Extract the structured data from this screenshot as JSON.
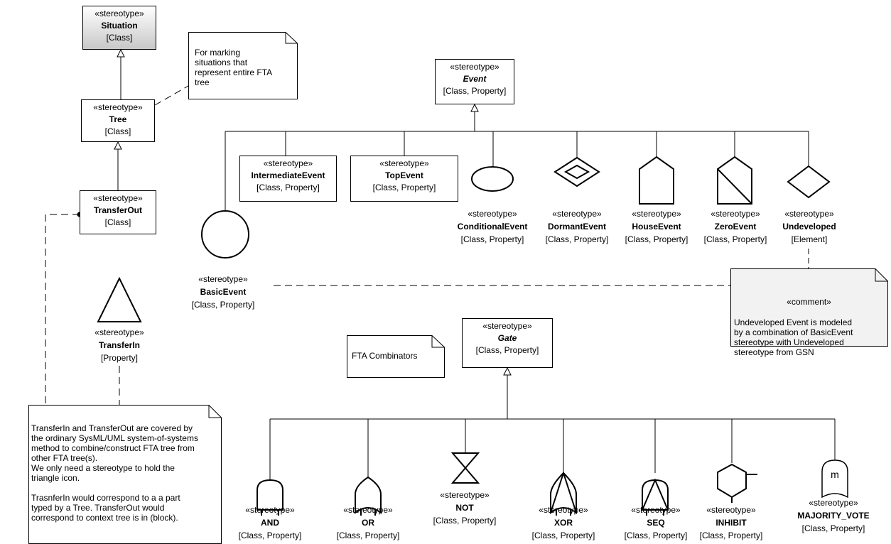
{
  "stereotype_keyword": "«stereotype»",
  "situation": {
    "name": "Situation",
    "meta": "[Class]"
  },
  "tree": {
    "name": "Tree",
    "meta": "[Class]"
  },
  "transfer_out": {
    "name": "TransferOut",
    "meta": "[Class]"
  },
  "transfer_in": {
    "name": "TransferIn",
    "meta": "[Property]"
  },
  "event": {
    "name": "Event",
    "meta": "[Class, Property]"
  },
  "intermediate_event": {
    "name": "IntermediateEvent",
    "meta": "[Class, Property]"
  },
  "top_event": {
    "name": "TopEvent",
    "meta": "[Class, Property]"
  },
  "conditional_event": {
    "name": "ConditionalEvent",
    "meta": "[Class, Property]"
  },
  "dormant_event": {
    "name": "DormantEvent",
    "meta": "[Class, Property]"
  },
  "house_event": {
    "name": "HouseEvent",
    "meta": "[Class, Property]"
  },
  "zero_event": {
    "name": "ZeroEvent",
    "meta": "[Class, Property]"
  },
  "undeveloped": {
    "name": "Undeveloped",
    "meta": "[Element]"
  },
  "basic_event": {
    "name": "BasicEvent",
    "meta": "[Class, Property]"
  },
  "gate": {
    "name": "Gate",
    "meta": "[Class, Property]"
  },
  "and_gate": {
    "name": "AND",
    "meta": "[Class, Property]"
  },
  "or_gate": {
    "name": "OR",
    "meta": "[Class, Property]"
  },
  "not_gate": {
    "name": "NOT",
    "meta": "[Class, Property]"
  },
  "xor_gate": {
    "name": "XOR",
    "meta": "[Class, Property]"
  },
  "seq_gate": {
    "name": "SEQ",
    "meta": "[Class, Property]"
  },
  "inhibit_gate": {
    "name": "INHIBIT",
    "meta": "[Class, Property]"
  },
  "majority_vote_gate": {
    "name": "MAJORITY_VOTE",
    "meta": "[Class, Property]",
    "icon_letter": "m"
  },
  "notes": {
    "tree_note": "For marking\nsituations that\nrepresent entire FTA\ntree",
    "fta_combinators": "FTA Combinators",
    "comment_keyword": "«comment»",
    "undeveloped_comment": "Undeveloped  Event is modeled\nby a combination of BasicEvent\nstereotype with Undeveloped\nstereotype from GSN",
    "transfer_note": "TransferIn and TransferOut are covered by\nthe ordinary SysML/UML system-of-systems\nmethod to combine/construct  FTA tree from\nother FTA tree(s).\nWe only need a stereotype to hold the\ntriangle icon.\n\nTrasnferIn would correspond to a a part\ntyped by a Tree. TransferOut would\ncorrespond to context tree is in (block)."
  },
  "colors": {
    "line": "#000000",
    "note_fill": "#ffffff",
    "comment_fill": "#f2f2f2",
    "situation_gradient": "#c8c8c8"
  }
}
